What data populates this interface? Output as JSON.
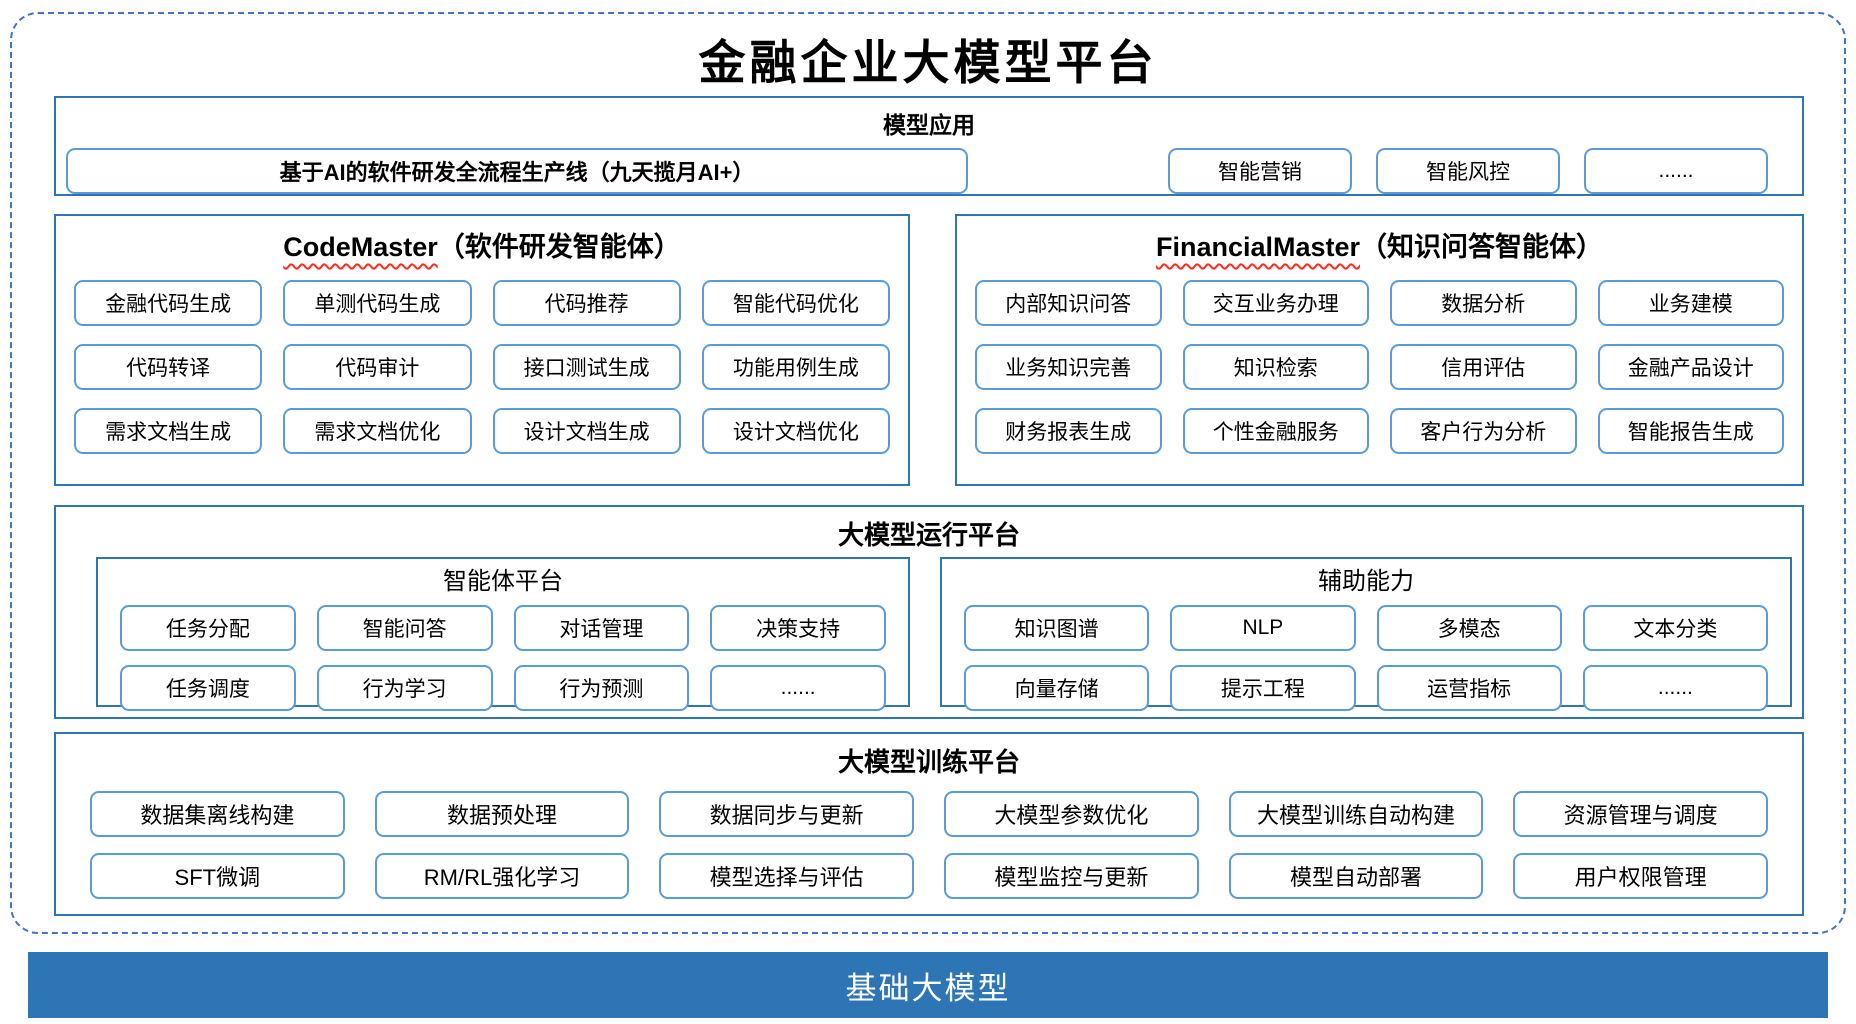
{
  "page": {
    "title": "金融企业大模型平台"
  },
  "model_applications": {
    "header": "模型应用",
    "pipeline_box": "基于AI的软件研发全流程生产线（九天揽月AI+）",
    "chips": [
      "智能营销",
      "智能风控",
      "......"
    ]
  },
  "code_master": {
    "title_en": "CodeMaster",
    "title_zh": "（软件研发智能体）",
    "chips": [
      "金融代码生成",
      "单测代码生成",
      "代码推荐",
      "智能代码优化",
      "代码转译",
      "代码审计",
      "接口测试生成",
      "功能用例生成",
      "需求文档生成",
      "需求文档优化",
      "设计文档生成",
      "设计文档优化"
    ]
  },
  "financial_master": {
    "title_en": "FinancialMaster",
    "title_zh": "（知识问答智能体）",
    "chips": [
      "内部知识问答",
      "交互业务办理",
      "数据分析",
      "业务建模",
      "业务知识完善",
      "知识检索",
      "信用评估",
      "金融产品设计",
      "财务报表生成",
      "个性金融服务",
      "客户行为分析",
      "智能报告生成"
    ]
  },
  "runtime_platform": {
    "header": "大模型运行平台",
    "agent_platform": {
      "header": "智能体平台",
      "chips": [
        "任务分配",
        "智能问答",
        "对话管理",
        "决策支持",
        "任务调度",
        "行为学习",
        "行为预测",
        "......"
      ]
    },
    "auxiliary_capabilities": {
      "header": "辅助能力",
      "chips": [
        "知识图谱",
        "NLP",
        "多模态",
        "文本分类",
        "向量存储",
        "提示工程",
        "运营指标",
        "......"
      ]
    }
  },
  "training_platform": {
    "header": "大模型训练平台",
    "chips": [
      "数据集离线构建",
      "数据预处理",
      "数据同步与更新",
      "大模型参数优化",
      "大模型训练自动构建",
      "资源管理与调度",
      "SFT微调",
      "RM/RL强化学习",
      "模型选择与评估",
      "模型监控与更新",
      "模型自动部署",
      "用户权限管理"
    ]
  },
  "foundation_model": {
    "label": "基础大模型"
  },
  "colors": {
    "section_border": "#2E75B6",
    "chip_border": "#5B9BD5",
    "outer_dashed": "#4472C4",
    "foundation_bar": "#2E75B6",
    "spellcheck_underline": "#FF2D1F"
  }
}
